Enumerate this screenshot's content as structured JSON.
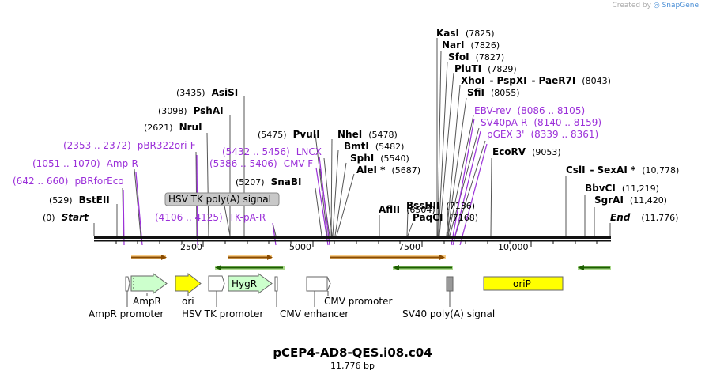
{
  "credit": {
    "prefix": "Created by",
    "brand": "SnapGene"
  },
  "title": "pCEP4-AD8-QES.i08.c04",
  "subtitle": "11,776 bp",
  "colors": {
    "primer": "#9b30d9",
    "orange_arrow": "#f0a020",
    "green_arrow": "#44aa00",
    "ampr": "#ccffcc",
    "ori": "#ffff00",
    "hygr": "#ccffcc",
    "orip": "#ffff00"
  },
  "ticks": [
    "2500",
    "5000",
    "7500",
    "10,000"
  ],
  "sites": [
    {
      "name": "Start",
      "pos": "(0)",
      "style": "italic"
    },
    {
      "name": "BstEII",
      "pos": "(529)"
    },
    {
      "name": "NruI",
      "pos": "(2621)"
    },
    {
      "name": "PshAI",
      "pos": "(3098)"
    },
    {
      "name": "AsiSI",
      "pos": "(3435)"
    },
    {
      "name": "SnaBI",
      "pos": "(5207)"
    },
    {
      "name": "PvuII",
      "pos": "(5475)"
    },
    {
      "name": "NheI",
      "pos": "(5478)"
    },
    {
      "name": "BmtI",
      "pos": "(5482)"
    },
    {
      "name": "SphI",
      "pos": "(5540)"
    },
    {
      "name": "AleI *",
      "pos": "(5687)"
    },
    {
      "name": "AflII",
      "pos": "(6504)"
    },
    {
      "name": "BssHII",
      "pos": "(7136)"
    },
    {
      "name": "PaqCI",
      "pos": "(7168)"
    },
    {
      "name": "KasI",
      "pos": "(7825)"
    },
    {
      "name": "NarI",
      "pos": "(7826)"
    },
    {
      "name": "SfoI",
      "pos": "(7827)"
    },
    {
      "name": "PluTI",
      "pos": "(7829)"
    },
    {
      "name": "XhoI",
      "name2": "PspXI",
      "name3": "PaeR7I",
      "pos": "(8043)"
    },
    {
      "name": "SfiI",
      "pos": "(8055)"
    },
    {
      "name": "EcoRV",
      "pos": "(9053)"
    },
    {
      "name": "CslI",
      "name2": "SexAI *",
      "pos": "(10,778)"
    },
    {
      "name": "BbvCI",
      "pos": "(11,219)"
    },
    {
      "name": "SgrAI",
      "pos": "(11,420)"
    },
    {
      "name": "End",
      "pos": "(11,776)",
      "style": "italic"
    }
  ],
  "primers": [
    {
      "name": "pBR322ori-F",
      "range": "(2353 .. 2372)"
    },
    {
      "name": "Amp-R",
      "range": "(1051 .. 1070)"
    },
    {
      "name": "pBRforEco",
      "range": "(642 .. 660)"
    },
    {
      "name": "LNCX",
      "range": "(5432 .. 5456)"
    },
    {
      "name": "CMV-F",
      "range": "(5386 .. 5406)"
    },
    {
      "name": "TK-pA-R",
      "range": "(4106 .. 4125)"
    },
    {
      "name": "EBV-rev",
      "range": "(8086 .. 8105)"
    },
    {
      "name": "SV40pA-R",
      "range": "(8140 .. 8159)"
    },
    {
      "name": "pGEX 3'",
      "range": "(8339 .. 8361)"
    }
  ],
  "highlight_label": "HSV TK poly(A) signal",
  "features": [
    {
      "name": "AmpR"
    },
    {
      "name": "AmpR promoter"
    },
    {
      "name": "ori"
    },
    {
      "name": "HSV TK promoter"
    },
    {
      "name": "HygR"
    },
    {
      "name": "CMV enhancer"
    },
    {
      "name": "CMV promoter"
    },
    {
      "name": "SV40 poly(A) signal"
    },
    {
      "name": "oriP"
    }
  ]
}
